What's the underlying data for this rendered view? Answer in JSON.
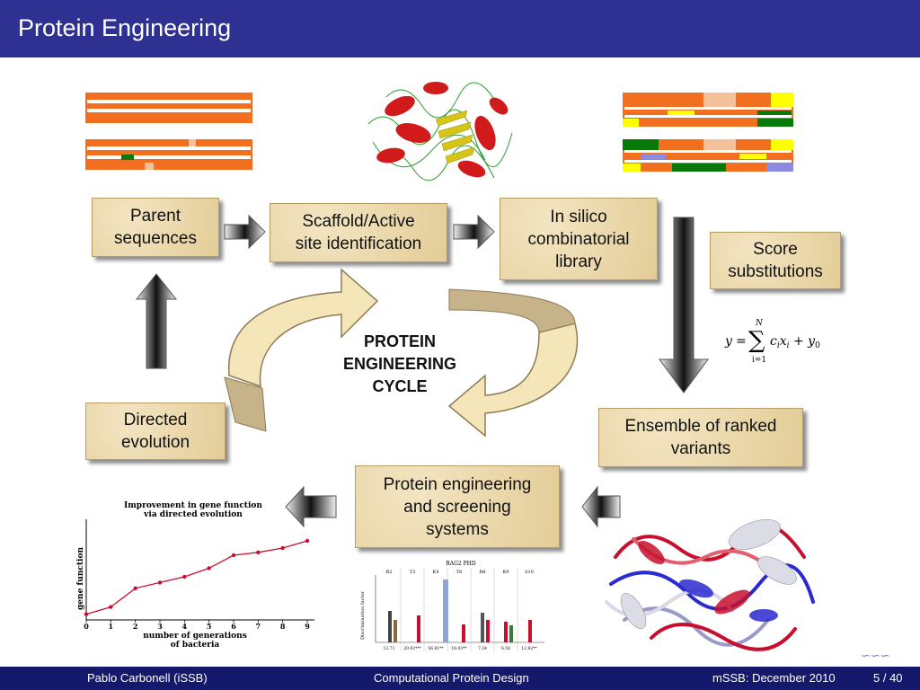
{
  "title": "Protein Engineering",
  "boxes": {
    "parent": "Parent\nsequences",
    "scaffold": "Scaffold/Active\nsite identification",
    "insilico": "In silico\ncombinatorial\nlibrary",
    "score": "Score\nsubstitutions",
    "ensemble": "Ensemble of ranked\nvariants",
    "screening": "Protein engineering\nand screening\nsystems",
    "directed": "Directed\nevolution"
  },
  "cycle_label": "PROTEIN\nENGINEERING\nCYCLE",
  "formula": {
    "lhs": "y",
    "upper": "N",
    "lower": "i=1",
    "term": "c_i x_i + y_0"
  },
  "chart_data": {
    "type": "line",
    "title": "Improvement in gene function\nvia directed evolution",
    "xlabel": "number of generations\nof bacteria",
    "ylabel": "gene function",
    "x": [
      0,
      1,
      2,
      3,
      4,
      5,
      6,
      7,
      8,
      9
    ],
    "y": [
      0.4,
      0.9,
      2.2,
      2.6,
      3.0,
      3.6,
      4.5,
      4.7,
      5.0,
      5.5
    ],
    "xlim": [
      0,
      9
    ],
    "ylim": [
      0,
      7
    ]
  },
  "bar_panel": {
    "title": "RAG2 PHD",
    "columns": [
      "R2",
      "T3",
      "K4",
      "T6",
      "R8",
      "K9",
      "S10"
    ],
    "footer": [
      "12.71",
      "20.92***",
      "56.81**",
      "18.03**",
      "7.24",
      "6.50",
      "12.82**"
    ],
    "ylabel": "Discrimination factor"
  },
  "footer": {
    "author": "Pablo Carbonell  (iSSB)",
    "talk": "Computational Protein Design",
    "event": "mSSB: December 2010",
    "page": "5 / 40"
  },
  "colors": {
    "title_bar": "#2e3192",
    "footer_bar": "#15196b",
    "box": "#e9d6a8",
    "orange": "#f26f1f",
    "green": "#087a0a",
    "yellow": "#ffff00",
    "peach": "#f5c19a",
    "lavender": "#8c8be0"
  }
}
